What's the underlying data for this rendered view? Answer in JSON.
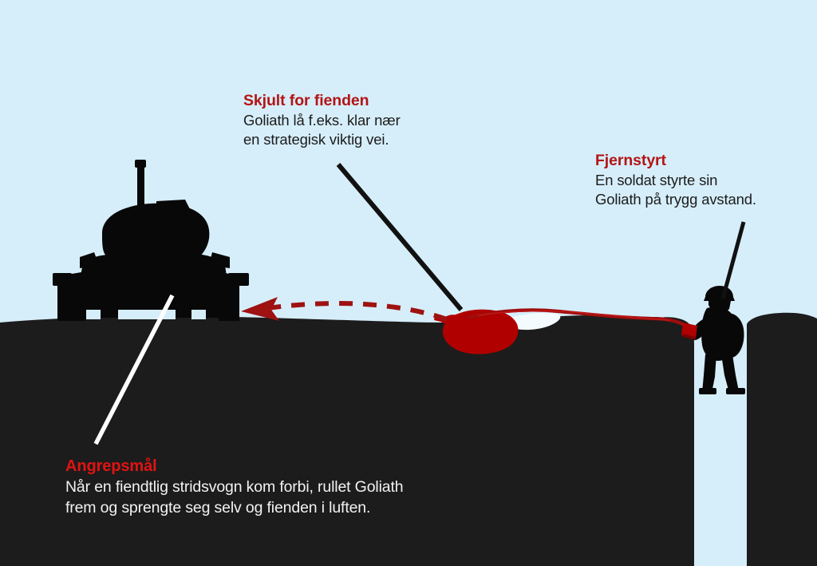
{
  "graphic": {
    "title": "Goliath remote-controlled demolition vehicle infographic",
    "colors": {
      "sky": "#d6eefa",
      "ground": "#1c1c1c",
      "silhouette": "#080808",
      "goliath_red": "#b00000",
      "cable_red": "#9e0d0d",
      "arrow_red": "#9e1212",
      "heading_red_on_sky": "#b31515",
      "heading_red_on_ground": "#e21212",
      "body_text_on_sky": "#1c1c1c",
      "body_text_on_ground": "#f2f2f2",
      "pointer_black": "#111111",
      "pointer_white": "#ffffff"
    }
  },
  "callouts": [
    {
      "id": "hidden",
      "heading": "Skjult for fienden",
      "lines": [
        "Goliath lå f.eks. klar nær",
        "en strategisk viktig vei."
      ]
    },
    {
      "id": "remote",
      "heading": "Fjernstyrt",
      "lines": [
        "En soldat styrte sin",
        "Goliath på trygg avstand."
      ]
    },
    {
      "id": "target",
      "heading": "Angrepsmål",
      "lines": [
        "Når en fiendtlig stridsvogn kom forbi, rullet Goliath",
        "frem og sprengte seg selv og fienden i luften."
      ]
    }
  ],
  "figures": {
    "tank": "enemy-tank-silhouette",
    "soldier": "soldier-silhouette-in-trench",
    "goliath": "goliath-tracked-mine-silhouette",
    "control_box": "handheld-control-box",
    "cable": "control-cable",
    "motion_arrow": "dashed-motion-arrow-toward-tank"
  }
}
